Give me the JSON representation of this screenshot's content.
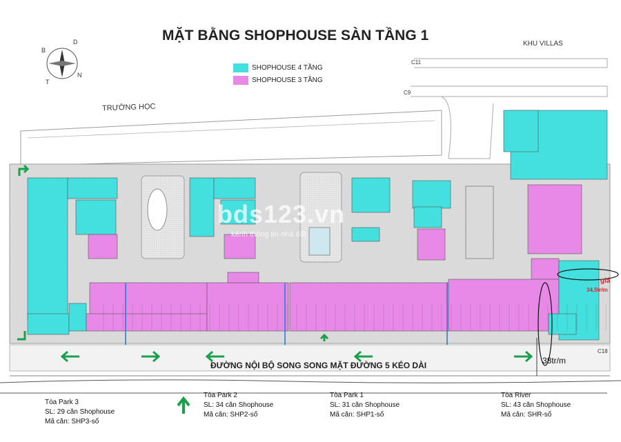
{
  "title": "MẶT BẰNG SHOPHOUSE SÀN TẦNG 1",
  "legend": [
    {
      "label": "SHOPHOUSE 4 TẦNG",
      "color": "#44e0e0"
    },
    {
      "label": "SHOPHOUSE 3 TẦNG",
      "color": "#e889e8"
    }
  ],
  "labels": {
    "school": "TRƯỜNG HỌC",
    "villas": "KHU VILLAS",
    "road": "ĐƯỜNG NỘI BỘ SONG SONG MẶT ĐƯỜNG 5 KÉO DÀI",
    "c11": "C11",
    "c9": "C9",
    "c18": "C18",
    "price_main": "38tr/m",
    "price_red_1": "giá",
    "price_red_2": "34,5tr/m",
    "watermark": "bds123.vn",
    "watermark_sub": "kênh thông tin nhà đất"
  },
  "compass": {
    "letters": [
      "B",
      "D",
      "N",
      "T"
    ]
  },
  "panels": [
    {
      "name": "Tòa Park 3",
      "count": "SL: 29 căn Shophouse",
      "code": "Mã căn: SHP3-số"
    },
    {
      "name": "Tòa Park 2",
      "count": "SL: 34 căn Shophouse",
      "code": "Mã căn: SHP2-số"
    },
    {
      "name": "Tòa Park 1",
      "count": "SL:  31 căn Shophouse",
      "code": "Mã căn: SHP1-số"
    },
    {
      "name": "Tòa River",
      "count": "SL: 43 căn Shophouse",
      "code": "Mã căn: SHR-số"
    }
  ],
  "colors": {
    "cyan": "#44e0e0",
    "magenta": "#e889e8",
    "arrow": "#1aa04a",
    "plaza": "#dcdcdc",
    "road": "#bdbdbd"
  }
}
